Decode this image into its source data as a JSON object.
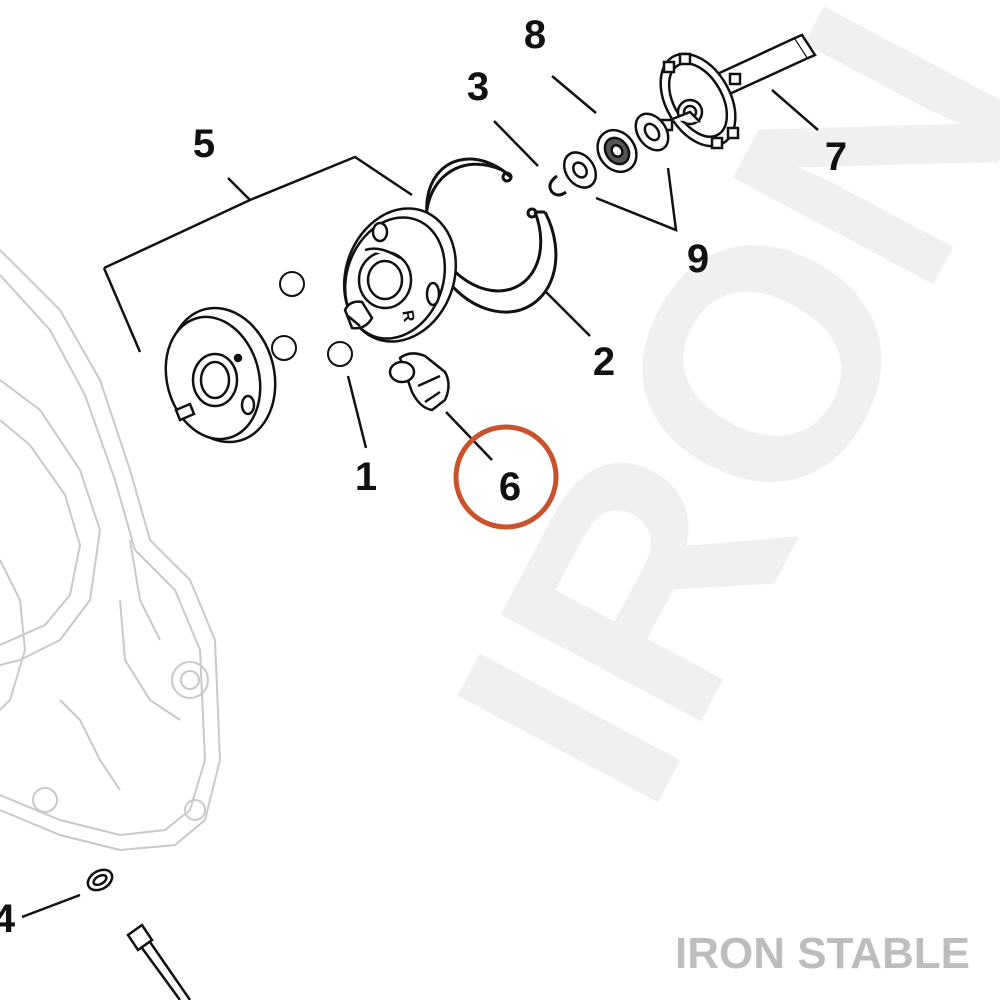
{
  "callouts": {
    "c1": "1",
    "c2": "2",
    "c3": "3",
    "c4": "4",
    "c5": "5",
    "c6": "6",
    "c7": "7",
    "c8": "8",
    "c9": "9"
  },
  "part_marking": "R",
  "brand": "IRON STABLE",
  "watermark": "IRON STABLE",
  "colors": {
    "highlight": "#c8532b",
    "ink": "#111111",
    "ghost": "#c9c9c9",
    "brand": "#bdbdbd",
    "watermark": "#f0f0f0"
  }
}
